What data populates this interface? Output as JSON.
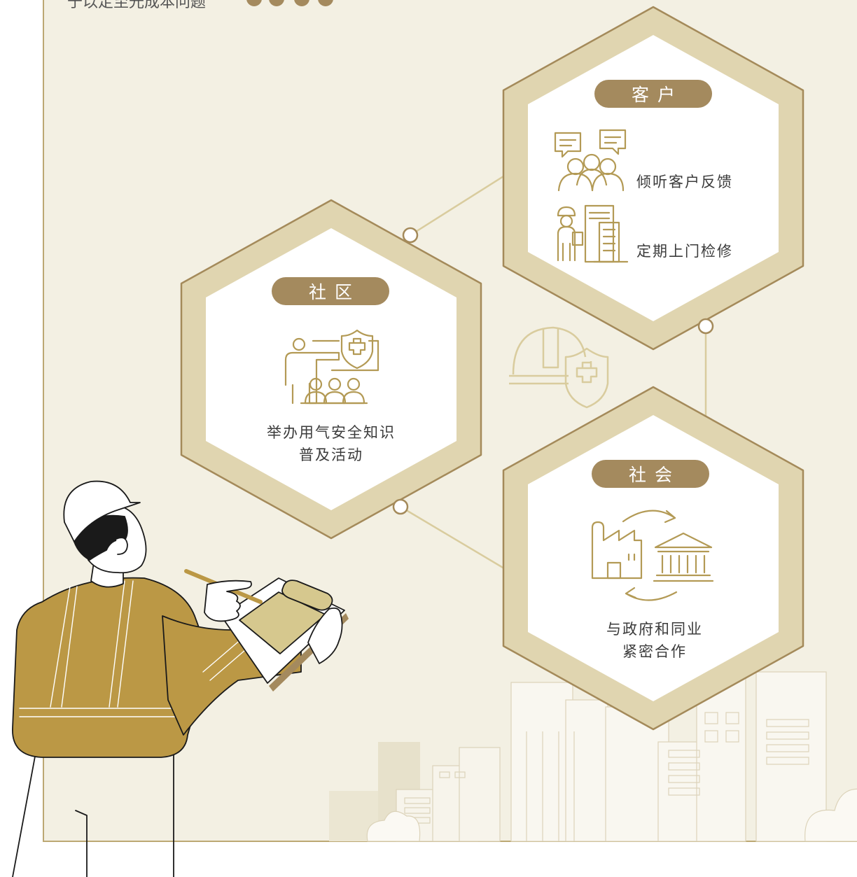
{
  "top_text": "于以定至光成本问题",
  "nodes": {
    "customer": {
      "title": "客户",
      "items": [
        "倾听客户反馈",
        "定期上门检修"
      ]
    },
    "community": {
      "title": "社区",
      "lines": [
        "举办用气安全知识",
        "普及活动"
      ]
    },
    "society": {
      "title": "社会",
      "lines": [
        "与政府和同业",
        "紧密合作"
      ]
    }
  },
  "colors": {
    "panel_bg": "#f3f0e3",
    "hex_ring": "#e0d5b0",
    "hex_border": "#a48a5a",
    "pill": "#a48a5e",
    "icon": "#b39a55",
    "connector": "#d9cc9e",
    "worker_shirt": "#bb9845"
  },
  "icons": {
    "customer_feedback": "people-speech-icon",
    "customer_repair": "worker-building-icon",
    "community": "safety-training-icon",
    "society": "factory-government-cycle-icon",
    "decor": "helmet-shield-icon"
  }
}
